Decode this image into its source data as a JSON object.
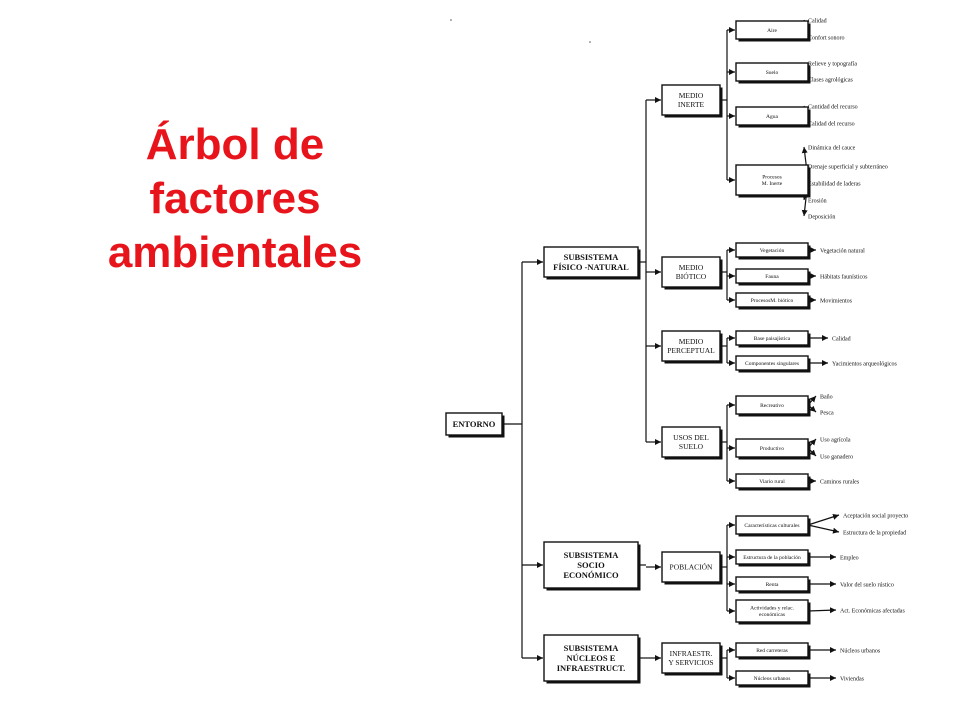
{
  "title": [
    "Árbol de",
    "factores",
    "ambientales"
  ],
  "root": "ENTORNO",
  "subsystems": [
    {
      "label": [
        "SUBSISTEMA",
        "FÍSICO -NATURAL"
      ],
      "media": [
        {
          "label": [
            "MEDIO",
            "INERTE"
          ],
          "factors": [
            {
              "label": [
                "Aire"
              ],
              "items": [
                "Calidad",
                "Confort sonoro"
              ]
            },
            {
              "label": [
                "Suelo"
              ],
              "items": [
                "Relieve y topografía",
                "Clases agrológicas"
              ]
            },
            {
              "label": [
                "Agua"
              ],
              "items": [
                "Cantidad del recurso",
                "Calidad del recurso"
              ]
            },
            {
              "label": [
                "Procesos",
                "M. Inerte"
              ],
              "items": [
                "Dinámica del cauce",
                "Drenaje superficial y subterráneo",
                "Estabilidad de laderas",
                "Erosión",
                "Deposición"
              ]
            }
          ]
        },
        {
          "label": [
            "MEDIO",
            "BIÓTICO"
          ],
          "factors": [
            {
              "label": [
                "Vegetación"
              ],
              "items": [
                "Vegetación natural"
              ]
            },
            {
              "label": [
                "Fauna"
              ],
              "items": [
                "Hábitats faunísticos"
              ]
            },
            {
              "label": [
                "ProcesosM. biótico"
              ],
              "items": [
                "Movimientos"
              ]
            }
          ]
        },
        {
          "label": [
            "MEDIO",
            "PERCEPTUAL"
          ],
          "factors": [
            {
              "label": [
                "Base paisajística"
              ],
              "items": [
                "Calidad"
              ]
            },
            {
              "label": [
                "Componentes singulares"
              ],
              "items": [
                "Yacimientos arqueológicos"
              ]
            }
          ]
        },
        {
          "label": [
            "USOS DEL",
            "SUELO"
          ],
          "factors": [
            {
              "label": [
                "Recreativo"
              ],
              "items": [
                "Baño",
                "Pesca"
              ]
            },
            {
              "label": [
                "Productivo"
              ],
              "items": [
                "Uso agrícola",
                "Uso ganadero"
              ]
            },
            {
              "label": [
                "Viario rural"
              ],
              "items": [
                "Caminos rurales"
              ]
            }
          ]
        }
      ]
    },
    {
      "label": [
        "SUBSISTEMA",
        "SOCIO",
        "ECONÓMICO"
      ],
      "media": [
        {
          "label": [
            "POBLACIÓN"
          ],
          "factors": [
            {
              "label": [
                "Características culturales"
              ],
              "items": [
                "Aceptación social proyecto",
                "Estructura de la propiedad"
              ]
            },
            {
              "label": [
                "Estructura de la población"
              ],
              "items": [
                "Empleo"
              ]
            },
            {
              "label": [
                "Renta"
              ],
              "items": [
                "Valor del suelo rústico"
              ]
            },
            {
              "label": [
                "Actividades y relac.",
                "económicas"
              ],
              "items": [
                "Act. Económicas afectadas"
              ]
            }
          ]
        }
      ]
    },
    {
      "label": [
        "SUBSISTEMA",
        "NÚCLEOS E",
        "INFRAESTRUCT."
      ],
      "media": [
        {
          "label": [
            "INFRAESTR.",
            "Y SERVICIOS"
          ],
          "factors": [
            {
              "label": [
                "Red carreteras"
              ],
              "items": [
                "Núcleos urbanos"
              ]
            },
            {
              "label": [
                "Núcleos urbanos"
              ],
              "items": [
                "Viviendas"
              ]
            }
          ]
        }
      ]
    }
  ]
}
